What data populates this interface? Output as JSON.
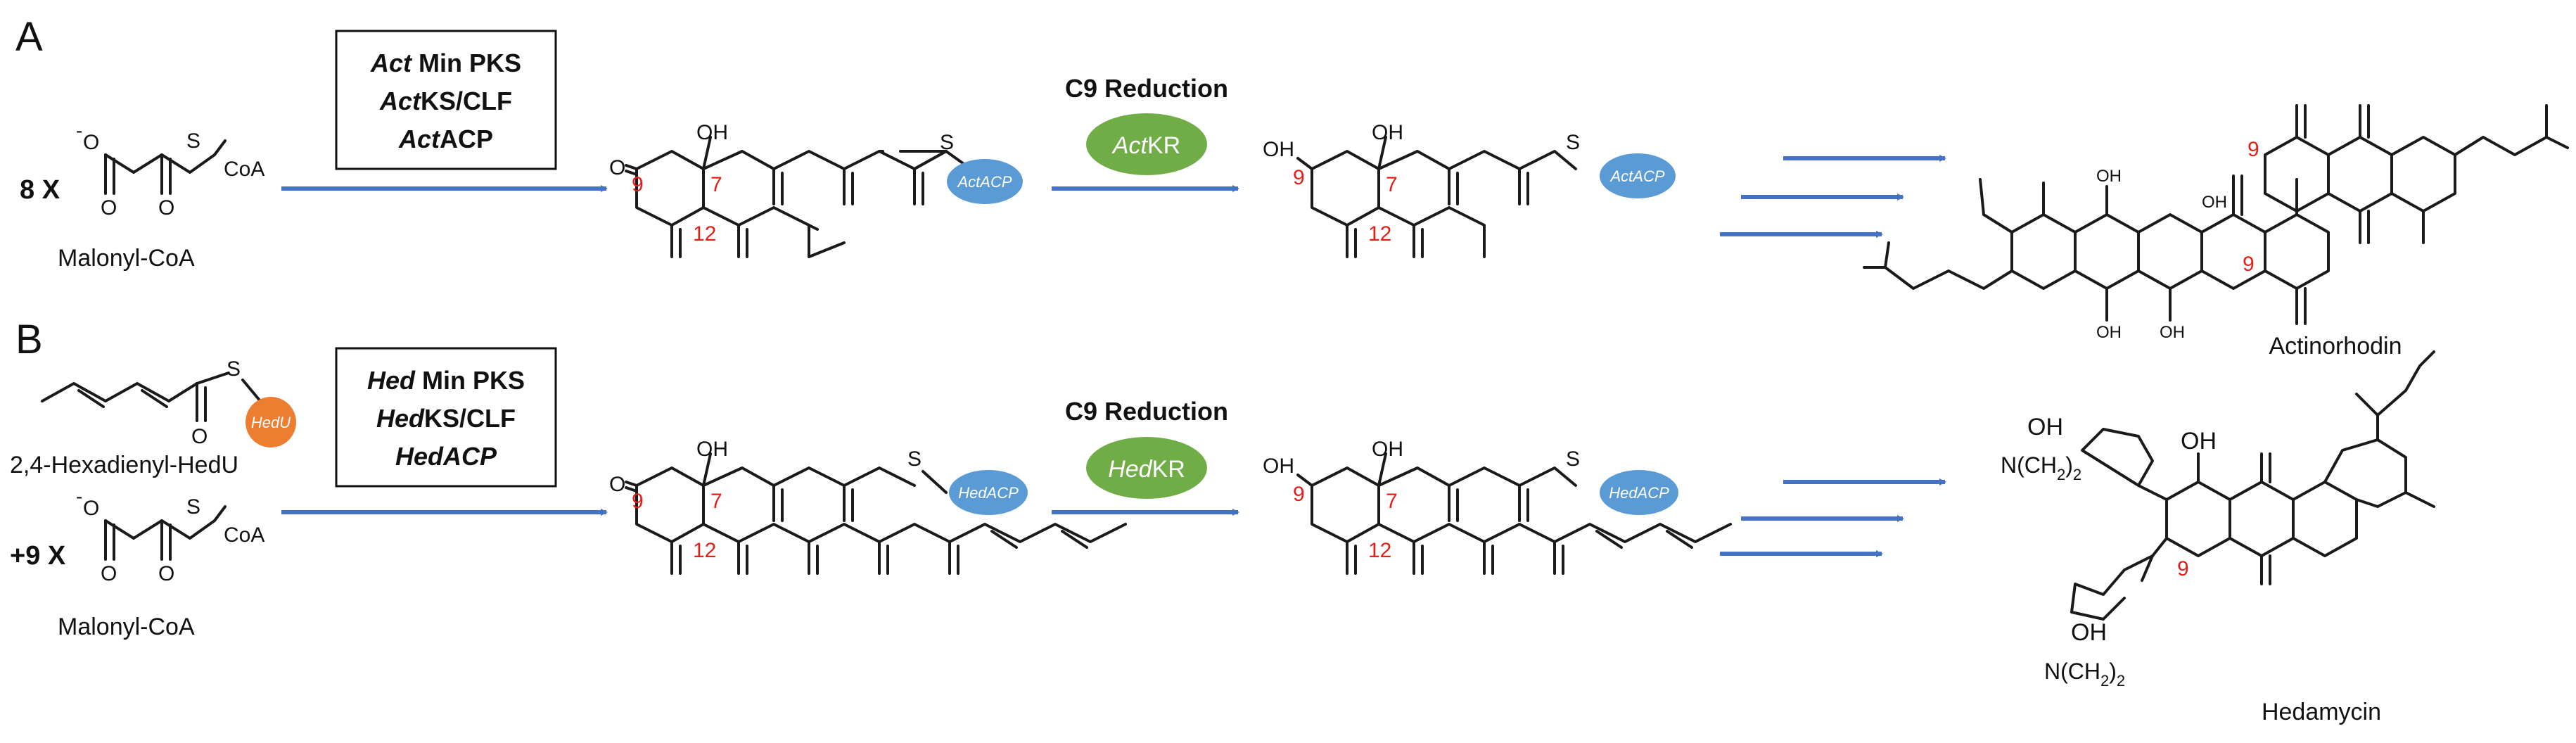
{
  "panels": {
    "a": {
      "letter": "A",
      "stoich": "8 X",
      "starter_name": "Malonyl-CoA",
      "coa": "CoA",
      "pks_box": {
        "line1_em": "Act",
        "line1_rest": " Min PKS",
        "line2_em": "Act",
        "line2_rest": "KS/CLF",
        "line3_em": "Act",
        "line3_rest": "ACP"
      },
      "acp_label": "ActACP",
      "reduction_title": "C9 Reduction",
      "kr_em": "Act",
      "kr_rest": "KR",
      "product_name": "Actinorhodin",
      "num_7": "7",
      "num_9": "9",
      "num_12": "12",
      "oh": "OH"
    },
    "b": {
      "letter": "B",
      "starter_name": "2,4-Hexadienyl-HedU",
      "starter_enzyme": "HedU",
      "stoich": "+9 X",
      "extender_name": "Malonyl-CoA",
      "coa": "CoA",
      "pks_box": {
        "line1_em": "Hed",
        "line1_rest": " Min PKS",
        "line2_em": "Hed",
        "line2_rest": "KS/CLF",
        "line3_em": "HedACP",
        "line3_rest": ""
      },
      "acp_label": "HedACP",
      "reduction_title": "C9 Reduction",
      "kr_em": "Hed",
      "kr_rest": "KR",
      "product_name": "Hedamycin",
      "num_7": "7",
      "num_9": "9",
      "num_12": "12",
      "oh": "OH",
      "amine_1": "N(CH",
      "amine_sub": "2",
      "amine_close": ")",
      "sulfur": "S",
      "oxygen": "O",
      "minus": "-"
    }
  },
  "colors": {
    "arrow": "#4472c4",
    "acp_fill": "#5b9bd5",
    "kr_fill": "#70ad47",
    "hedu_fill": "#ed7d31",
    "position_number": "#e0211a"
  }
}
